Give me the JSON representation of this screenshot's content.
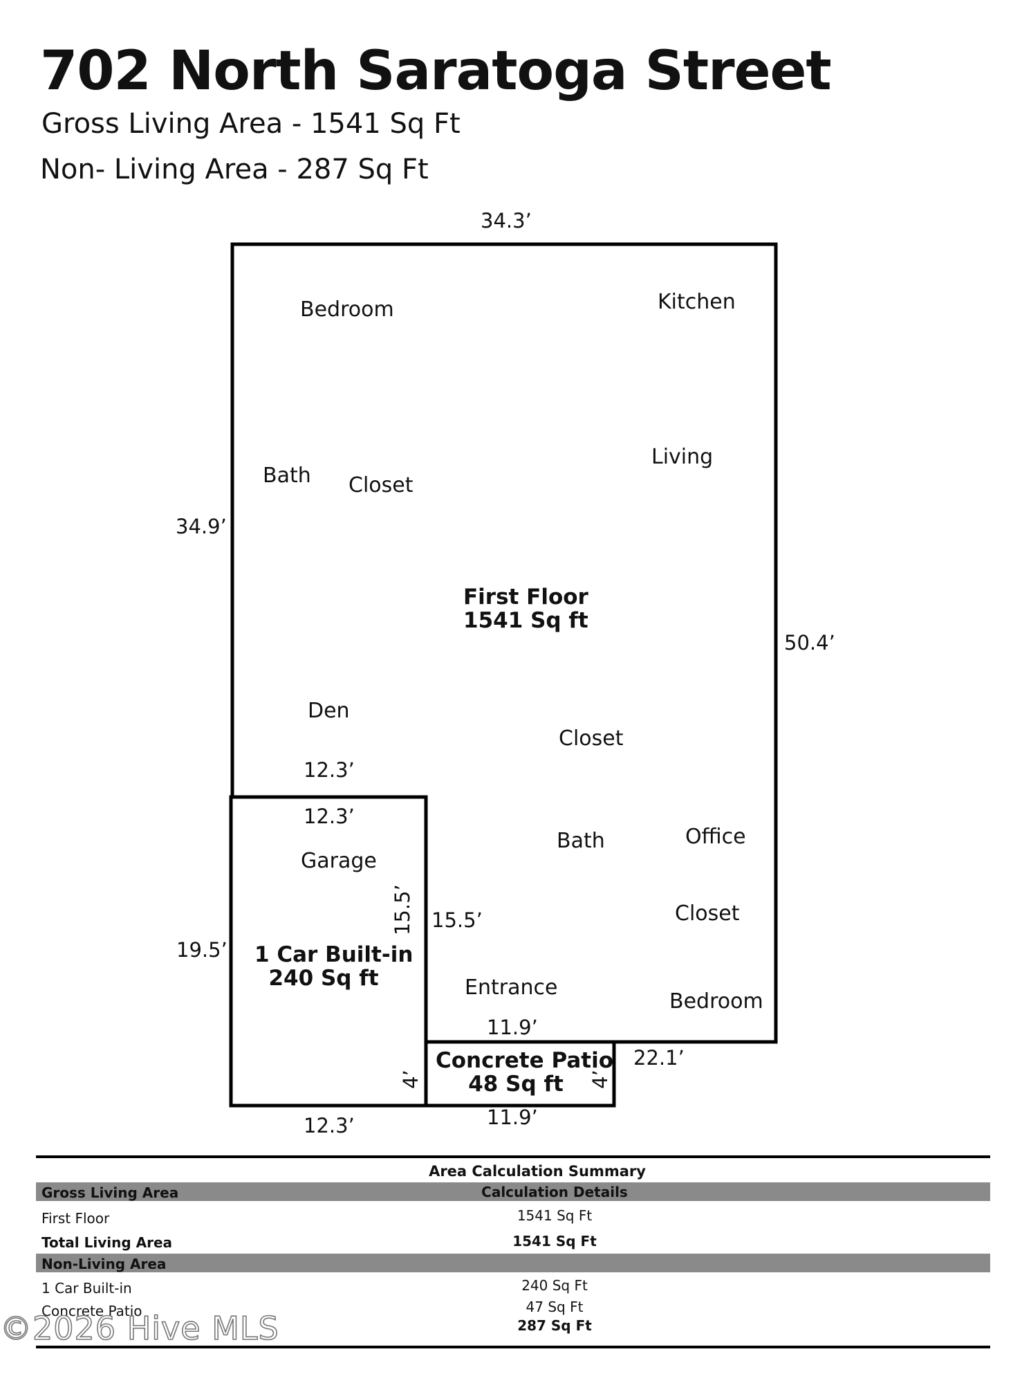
{
  "header": {
    "address": "702 North Saratoga Street",
    "gross_living": "Gross Living Area - 1541 Sq Ft",
    "non_living": "Non- Living Area - 287 Sq Ft"
  },
  "plan": {
    "rooms": {
      "bedroom_top": "Bedroom",
      "kitchen": "Kitchen",
      "bath_left": "Bath",
      "closet_left": "Closet",
      "living": "Living",
      "den": "Den",
      "closet_mid": "Closet",
      "garage": "Garage",
      "bath_right": "Bath",
      "office": "Office",
      "closet_right": "Closet",
      "entrance": "Entrance",
      "bedroom_bottom": "Bedroom"
    },
    "areas": {
      "first_floor_name": "First Floor",
      "first_floor_size": "1541 Sq ft",
      "garage_name": "1 Car Built-in",
      "garage_size": "240 Sq ft",
      "patio_name": "Concrete Patio",
      "patio_size": "48 Sq ft"
    },
    "dimensions": {
      "top": "34.3’",
      "left_upper": "34.9’",
      "right": "50.4’",
      "den_bottom": "12.3’",
      "garage_top": "12.3’",
      "garage_right_vertical": "15.5’",
      "entrance_left": "15.5’",
      "left_lower": "19.5’",
      "patio_top": "11.9’",
      "bottom_right": "22.1’",
      "garage_small": "4’",
      "patio_small": "4’",
      "garage_bottom": "12.3’",
      "patio_bottom": "11.9’"
    }
  },
  "summary": {
    "title": "Area Calculation Summary",
    "gla_header": "Gross Living Area",
    "details_header": "Calculation Details",
    "rows_living": [
      {
        "label": "First Floor",
        "value": "1541 Sq Ft"
      },
      {
        "label": "Total Living Area",
        "value": "1541 Sq Ft"
      }
    ],
    "nla_header": "Non-Living Area",
    "rows_nonliving": [
      {
        "label": "1 Car Built-in",
        "value": "240 Sq Ft"
      },
      {
        "label": "Concrete Patio",
        "value": "47 Sq Ft"
      },
      {
        "label": "",
        "value": "287 Sq Ft"
      }
    ]
  },
  "watermark": "©2026 Hive MLS"
}
